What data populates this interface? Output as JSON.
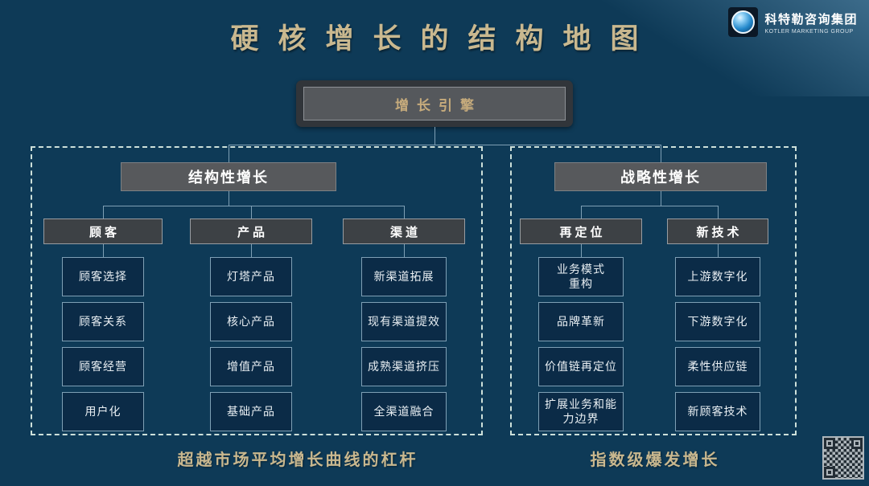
{
  "page": {
    "title": "硬核增长的结构地图",
    "logo": {
      "name": "科特勒咨询集团",
      "subname": "KOTLER MARKETING GROUP"
    }
  },
  "tree": {
    "root": "增长引擎",
    "branches": [
      {
        "label": "结构性增长",
        "caption": "超越市场平均增长曲线的杠杆",
        "groups": [
          {
            "label": "顾客",
            "items": [
              "顾客选择",
              "顾客关系",
              "顾客经营",
              "用户化"
            ]
          },
          {
            "label": "产品",
            "items": [
              "灯塔产品",
              "核心产品",
              "增值产品",
              "基础产品"
            ]
          },
          {
            "label": "渠道",
            "items": [
              "新渠道拓展",
              "现有渠道提效",
              "成熟渠道挤压",
              "全渠道融合"
            ]
          }
        ]
      },
      {
        "label": "战略性增长",
        "caption": "指数级爆发增长",
        "groups": [
          {
            "label": "再定位",
            "items": [
              "业务模式\n重构",
              "品牌革新",
              "价值链再定位",
              "扩展业务和能\n力边界"
            ]
          },
          {
            "label": "新技术",
            "items": [
              "上游数字化",
              "下游数字化",
              "柔性供应链",
              "新顾客技术"
            ]
          }
        ]
      }
    ]
  },
  "colors": {
    "background": "#0e3a57",
    "accent_gold": "#c9b88f",
    "root_box_outer": "#31353a",
    "root_box_inner": "#55585c",
    "header_box": "#57595c",
    "group_box": "#3d4145",
    "leaf_box": "#0b2b47",
    "leaf_border": "#7fa0b5",
    "connector": "#7fa0b5",
    "dashed_frame": "#cde0da",
    "logo_ball": "#2489cc"
  }
}
